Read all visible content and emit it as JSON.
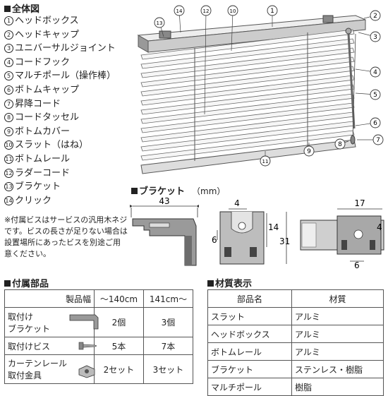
{
  "overall_title": "全体図",
  "parts": [
    {
      "num": "1",
      "label": "ヘッドボックス"
    },
    {
      "num": "2",
      "label": "ヘッドキャップ"
    },
    {
      "num": "3",
      "label": "ユニバーサルジョイント"
    },
    {
      "num": "4",
      "label": "コードフック"
    },
    {
      "num": "5",
      "label": "マルチポール（操作棒）"
    },
    {
      "num": "6",
      "label": "ボトムキャップ"
    },
    {
      "num": "7",
      "label": "昇降コード"
    },
    {
      "num": "8",
      "label": "コードタッセル"
    },
    {
      "num": "9",
      "label": "ボトムカバー"
    },
    {
      "num": "10",
      "label": "スラット（はね）"
    },
    {
      "num": "11",
      "label": "ボトムレール"
    },
    {
      "num": "12",
      "label": "ラダーコード"
    },
    {
      "num": "13",
      "label": "ブラケット"
    },
    {
      "num": "14",
      "label": "クリック"
    }
  ],
  "diagram_callouts": [
    "14",
    "13",
    "12",
    "10",
    "1",
    "2",
    "3",
    "4",
    "5",
    "6",
    "7",
    "8",
    "9",
    "11"
  ],
  "bracket_title": "ブラケット",
  "bracket_unit": "（mm）",
  "bracket_dims": {
    "side_width": "43",
    "front_a": "4",
    "front_b": "6",
    "front_c": "14",
    "front_d": "31",
    "top_a": "17",
    "top_b": "4",
    "top_c": "6"
  },
  "note": "※付属ビスはサービスの汎用木ネジです。ビスの長さが足りない場合は設置場所にあったビスを別途ご用意ください。",
  "accessories_title": "付属部品",
  "accessories": {
    "headers": [
      "製品幅",
      "～140cm",
      "141cm～"
    ],
    "rows": [
      {
        "label_line1": "取付け",
        "label_line2": "ブラケット",
        "a": "2個",
        "b": "3個"
      },
      {
        "label_line1": "取付けビス",
        "label_line2": "",
        "a": "5本",
        "b": "7本"
      },
      {
        "label_line1": "カーテンレール",
        "label_line2": "取付金具",
        "a": "2セット",
        "b": "3セット"
      }
    ]
  },
  "materials_title": "材質表示",
  "materials": {
    "headers": [
      "部品名",
      "材質"
    ],
    "rows": [
      {
        "part": "スラット",
        "material": "アルミ"
      },
      {
        "part": "ヘッドボックス",
        "material": "アルミ"
      },
      {
        "part": "ボトムレール",
        "material": "アルミ"
      },
      {
        "part": "ブラケット",
        "material": "ステンレス・樹脂"
      },
      {
        "part": "マルチポール",
        "material": "樹脂"
      }
    ]
  }
}
